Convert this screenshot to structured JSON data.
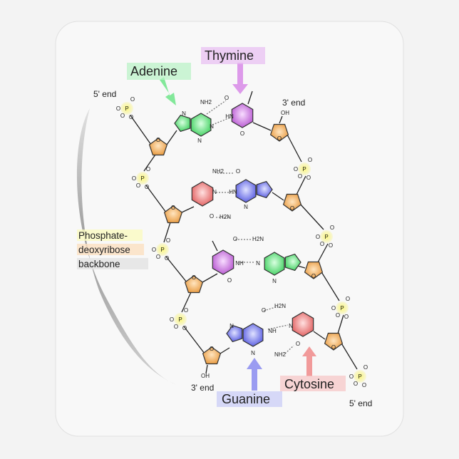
{
  "labels": {
    "thymine": "Thymine",
    "adenine": "Adenine",
    "guanine": "Guanine",
    "cytosine": "Cytosine",
    "five_end_top": "5' end",
    "three_end_top": "3' end",
    "three_end_bottom": "3' end",
    "five_end_bottom": "5' end",
    "backbone_line1": "Phosphate-",
    "backbone_line2": "deoxyribose",
    "backbone_line3": "backbone"
  },
  "atoms": {
    "nh2": "NH2",
    "h2n": "H2N",
    "o": "O",
    "n": "N",
    "hn": "HN",
    "nh": "NH",
    "oh": "OH",
    "p": "P",
    "minus": "–"
  },
  "colors": {
    "adenine": "#5fe07a",
    "thymine": "#d47ae6",
    "guanine": "#7b7ef0",
    "cytosine": "#f08080",
    "sugar": "#f3b060",
    "phosphate": "#f5f070",
    "pad": "#f8f8f8",
    "bracket": "#9a9a9a"
  }
}
